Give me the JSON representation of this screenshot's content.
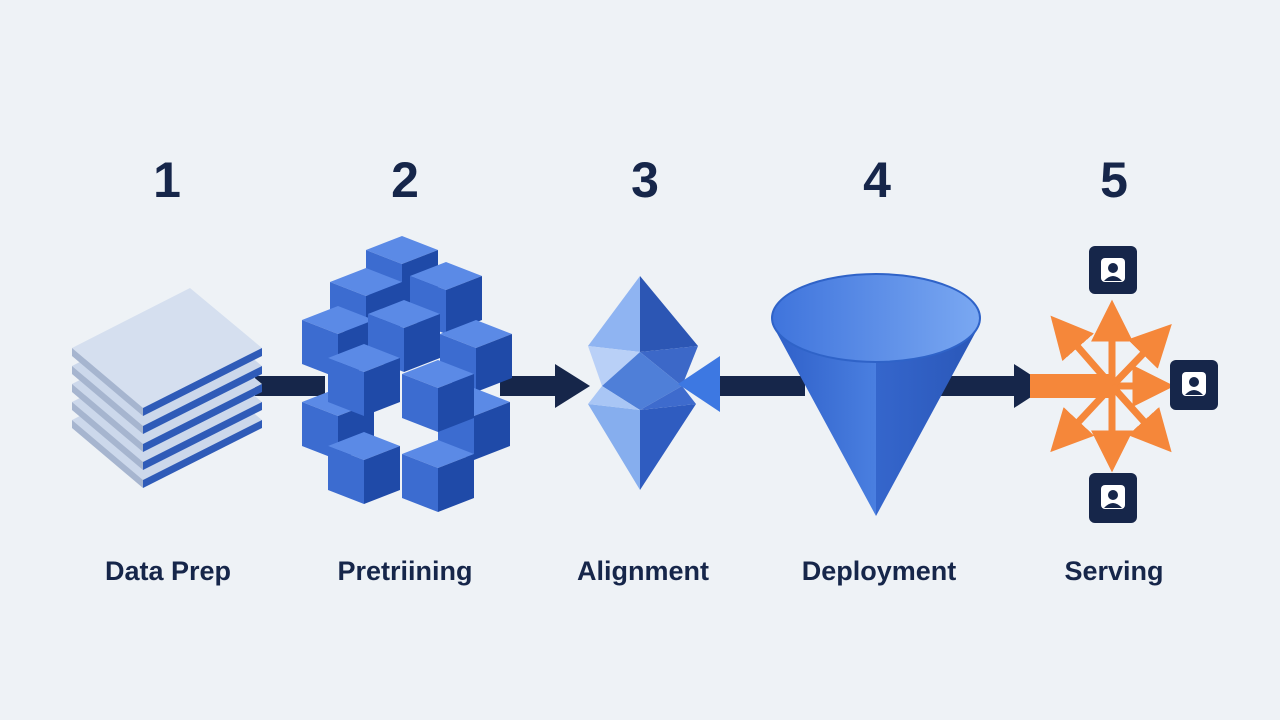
{
  "colors": {
    "background": "#eef2f6",
    "text": "#16264a",
    "arrow": "#16264a",
    "cube_blue": "#3f6fd1",
    "serving_orange": "#f5873a"
  },
  "steps": [
    {
      "number": "1",
      "label": "Data Prep",
      "icon": "stacked-layers-icon"
    },
    {
      "number": "2",
      "label": "Pretriining",
      "icon": "cube-cluster-icon"
    },
    {
      "number": "3",
      "label": "Alignment",
      "icon": "crystal-diamond-icon"
    },
    {
      "number": "4",
      "label": "Deployment",
      "icon": "funnel-cone-icon"
    },
    {
      "number": "5",
      "label": "Serving",
      "icon": "fanout-arrows-users-icon"
    }
  ]
}
